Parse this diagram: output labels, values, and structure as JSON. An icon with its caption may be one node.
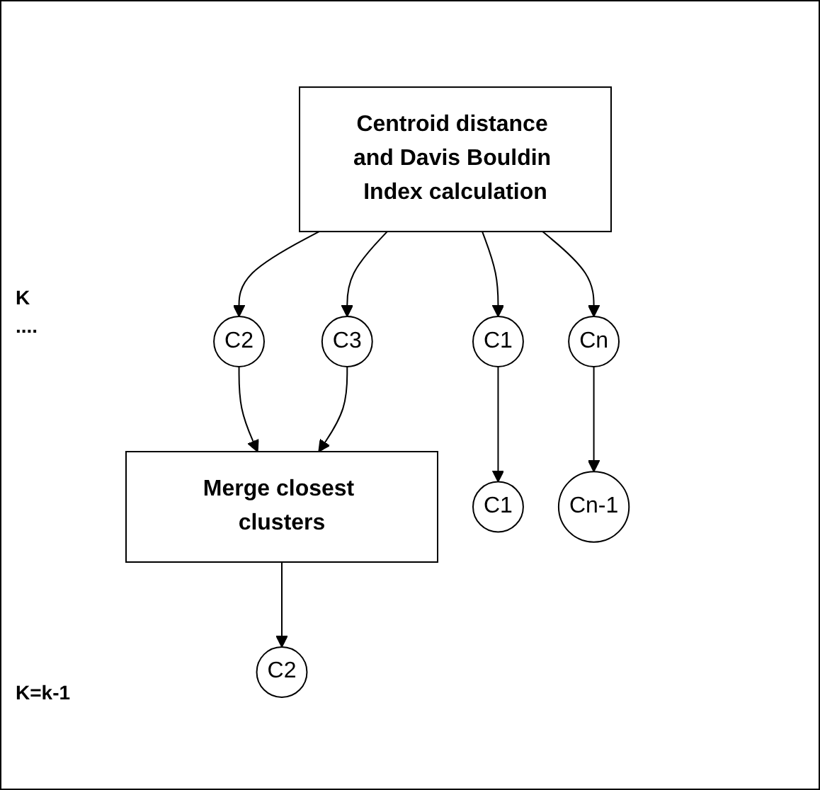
{
  "diagram": {
    "nodes": [
      {
        "text": [
          "Centroid distance and Davis Bouldin Index calculation"
        ]
      },
      {
        "text": [
          "C1"
        ]
      },
      {
        "text": [
          "C2"
        ]
      },
      {
        "text": [
          "C3"
        ]
      },
      {
        "text": [
          "Cn"
        ]
      },
      {
        "text": [
          "Merge closest clusters"
        ]
      },
      {
        "text": [
          "C1"
        ]
      },
      {
        "text": [
          "C2"
        ]
      },
      {
        "text": [
          "Cn-1"
        ]
      }
    ],
    "edges": [
      {
        "from": 0,
        "to": 1,
        "arrow": "to"
      },
      {
        "from": 0,
        "to": 2,
        "arrow": "to"
      },
      {
        "from": 0,
        "to": 3,
        "arrow": "to"
      },
      {
        "from": 0,
        "to": 4,
        "arrow": "to"
      },
      {
        "from": 2,
        "to": 5,
        "arrow": "to"
      },
      {
        "from": 3,
        "to": 5,
        "arrow": "to"
      },
      {
        "from": 1,
        "to": 6,
        "arrow": "to"
      },
      {
        "from": 5,
        "to": 7,
        "arrow": "to"
      },
      {
        "from": 4,
        "to": 8,
        "arrow": "to"
      }
    ],
    "labels": [
      "K",
      "....",
      "K=k-1"
    ]
  }
}
